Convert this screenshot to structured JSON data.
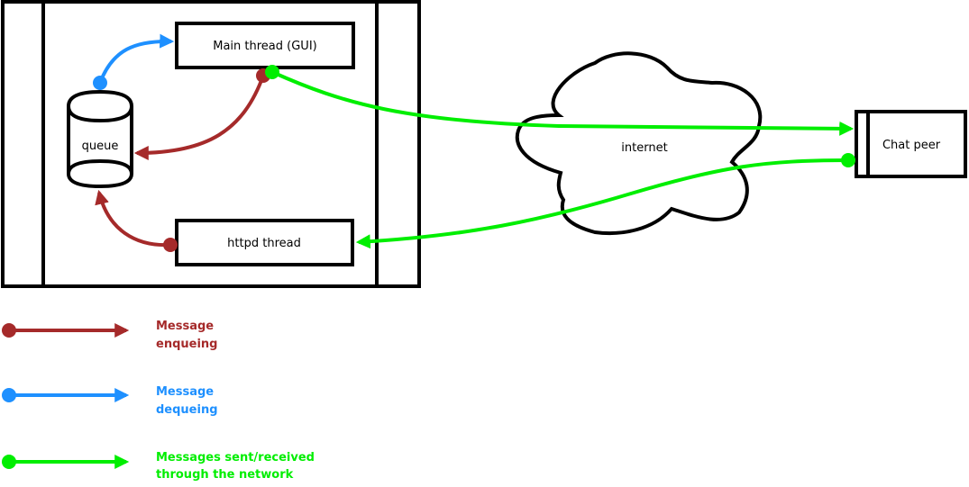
{
  "diagram": {
    "process_box": {
      "main_thread_label": "Main thread (GUI)",
      "httpd_thread_label": "httpd thread",
      "queue_label": "queue"
    },
    "internet_label": "internet",
    "chat_peer_label": "Chat peer"
  },
  "colors": {
    "enqueue": "#a52a2a",
    "dequeue": "#1e90ff",
    "network": "#00ee00"
  },
  "legend": {
    "items": [
      {
        "kind": "enqueue",
        "line1": "Message",
        "line2": "enqueing"
      },
      {
        "kind": "dequeue",
        "line1": "Message",
        "line2": "dequeing"
      },
      {
        "kind": "network",
        "line1": "Messages sent/received",
        "line2": "through the network"
      }
    ]
  }
}
